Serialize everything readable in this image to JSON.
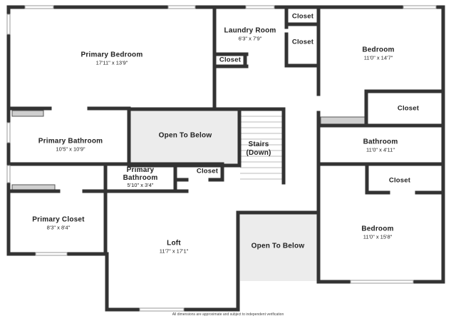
{
  "floor_plan": {
    "rooms": {
      "primary_bedroom": {
        "name": "Primary Bedroom",
        "dims": "17'11\" x 13'9\""
      },
      "laundry_room": {
        "name": "Laundry Room",
        "dims": "6'3\" x 7'9\""
      },
      "laundry_closet_1": {
        "name": "Closet"
      },
      "laundry_closet_2": {
        "name": "Closet"
      },
      "hall_closet": {
        "name": "Closet"
      },
      "bedroom_top": {
        "name": "Bedroom",
        "dims": "11'0\" x 14'7\""
      },
      "bedroom_top_closet": {
        "name": "Closet"
      },
      "primary_bathroom": {
        "name": "Primary Bathroom",
        "dims": "10'5\" x 10'9\""
      },
      "open_to_below_1": {
        "name": "Open To Below"
      },
      "stairs": {
        "name": "Stairs\n(Down)"
      },
      "bathroom": {
        "name": "Bathroom",
        "dims": "11'0\" x 4'11\""
      },
      "primary_bathroom_small": {
        "name": "Primary\nBathroom",
        "dims": "5'10\" x 3'4\""
      },
      "loft_closet": {
        "name": "Closet"
      },
      "bedroom_bottom_closet": {
        "name": "Closet"
      },
      "primary_closet": {
        "name": "Primary Closet",
        "dims": "8'3\" x 8'4\""
      },
      "loft": {
        "name": "Loft",
        "dims": "11'7\" x 17'1\""
      },
      "open_to_below_2": {
        "name": "Open To Below"
      },
      "bedroom_bottom": {
        "name": "Bedroom",
        "dims": "11'0\" x 15'8\""
      }
    },
    "footer_note": "All dimensions are approximate and subject to independent verification",
    "colors": {
      "wall": "#333333",
      "open_area": "#ececec",
      "window": "#9a9a9a",
      "floor": "#ffffff"
    }
  }
}
